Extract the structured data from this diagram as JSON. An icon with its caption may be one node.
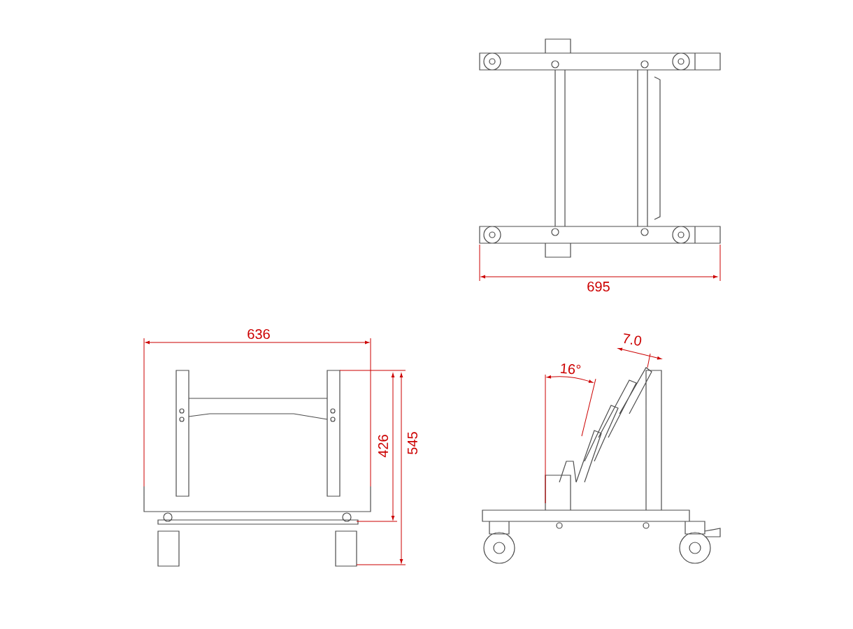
{
  "diagram": {
    "labels": [
      "695",
      "636",
      "7.0",
      "16°",
      "426",
      "545"
    ]
  }
}
